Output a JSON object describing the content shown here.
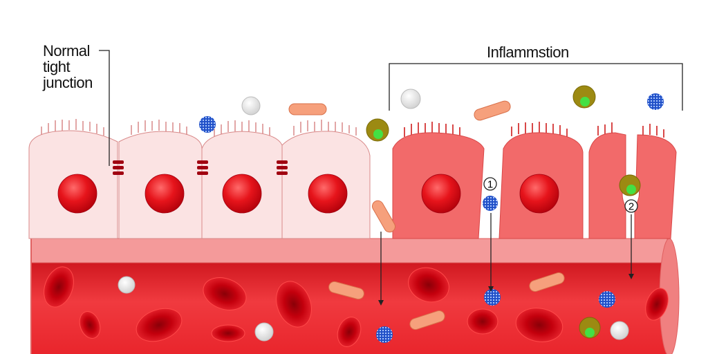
{
  "labels": {
    "normal_line1": "Normal",
    "normal_line2": "tight",
    "normal_line3": "junction",
    "inflammation": "Inflammstion",
    "marker_1": "1",
    "marker_2": "2"
  },
  "colors": {
    "normal_cell": "#fbe3e3",
    "inflamed_cell": "#f26a6a",
    "vessel_wall": "#f07a7a",
    "vessel_lumen": "#e8232a",
    "red_blood_cell": "#c4000d",
    "nucleus": "#e0141b",
    "lymphocyte": "#2255cc",
    "macrophage": "#9c8a12",
    "bacteria_rod": "#f6a07c"
  }
}
